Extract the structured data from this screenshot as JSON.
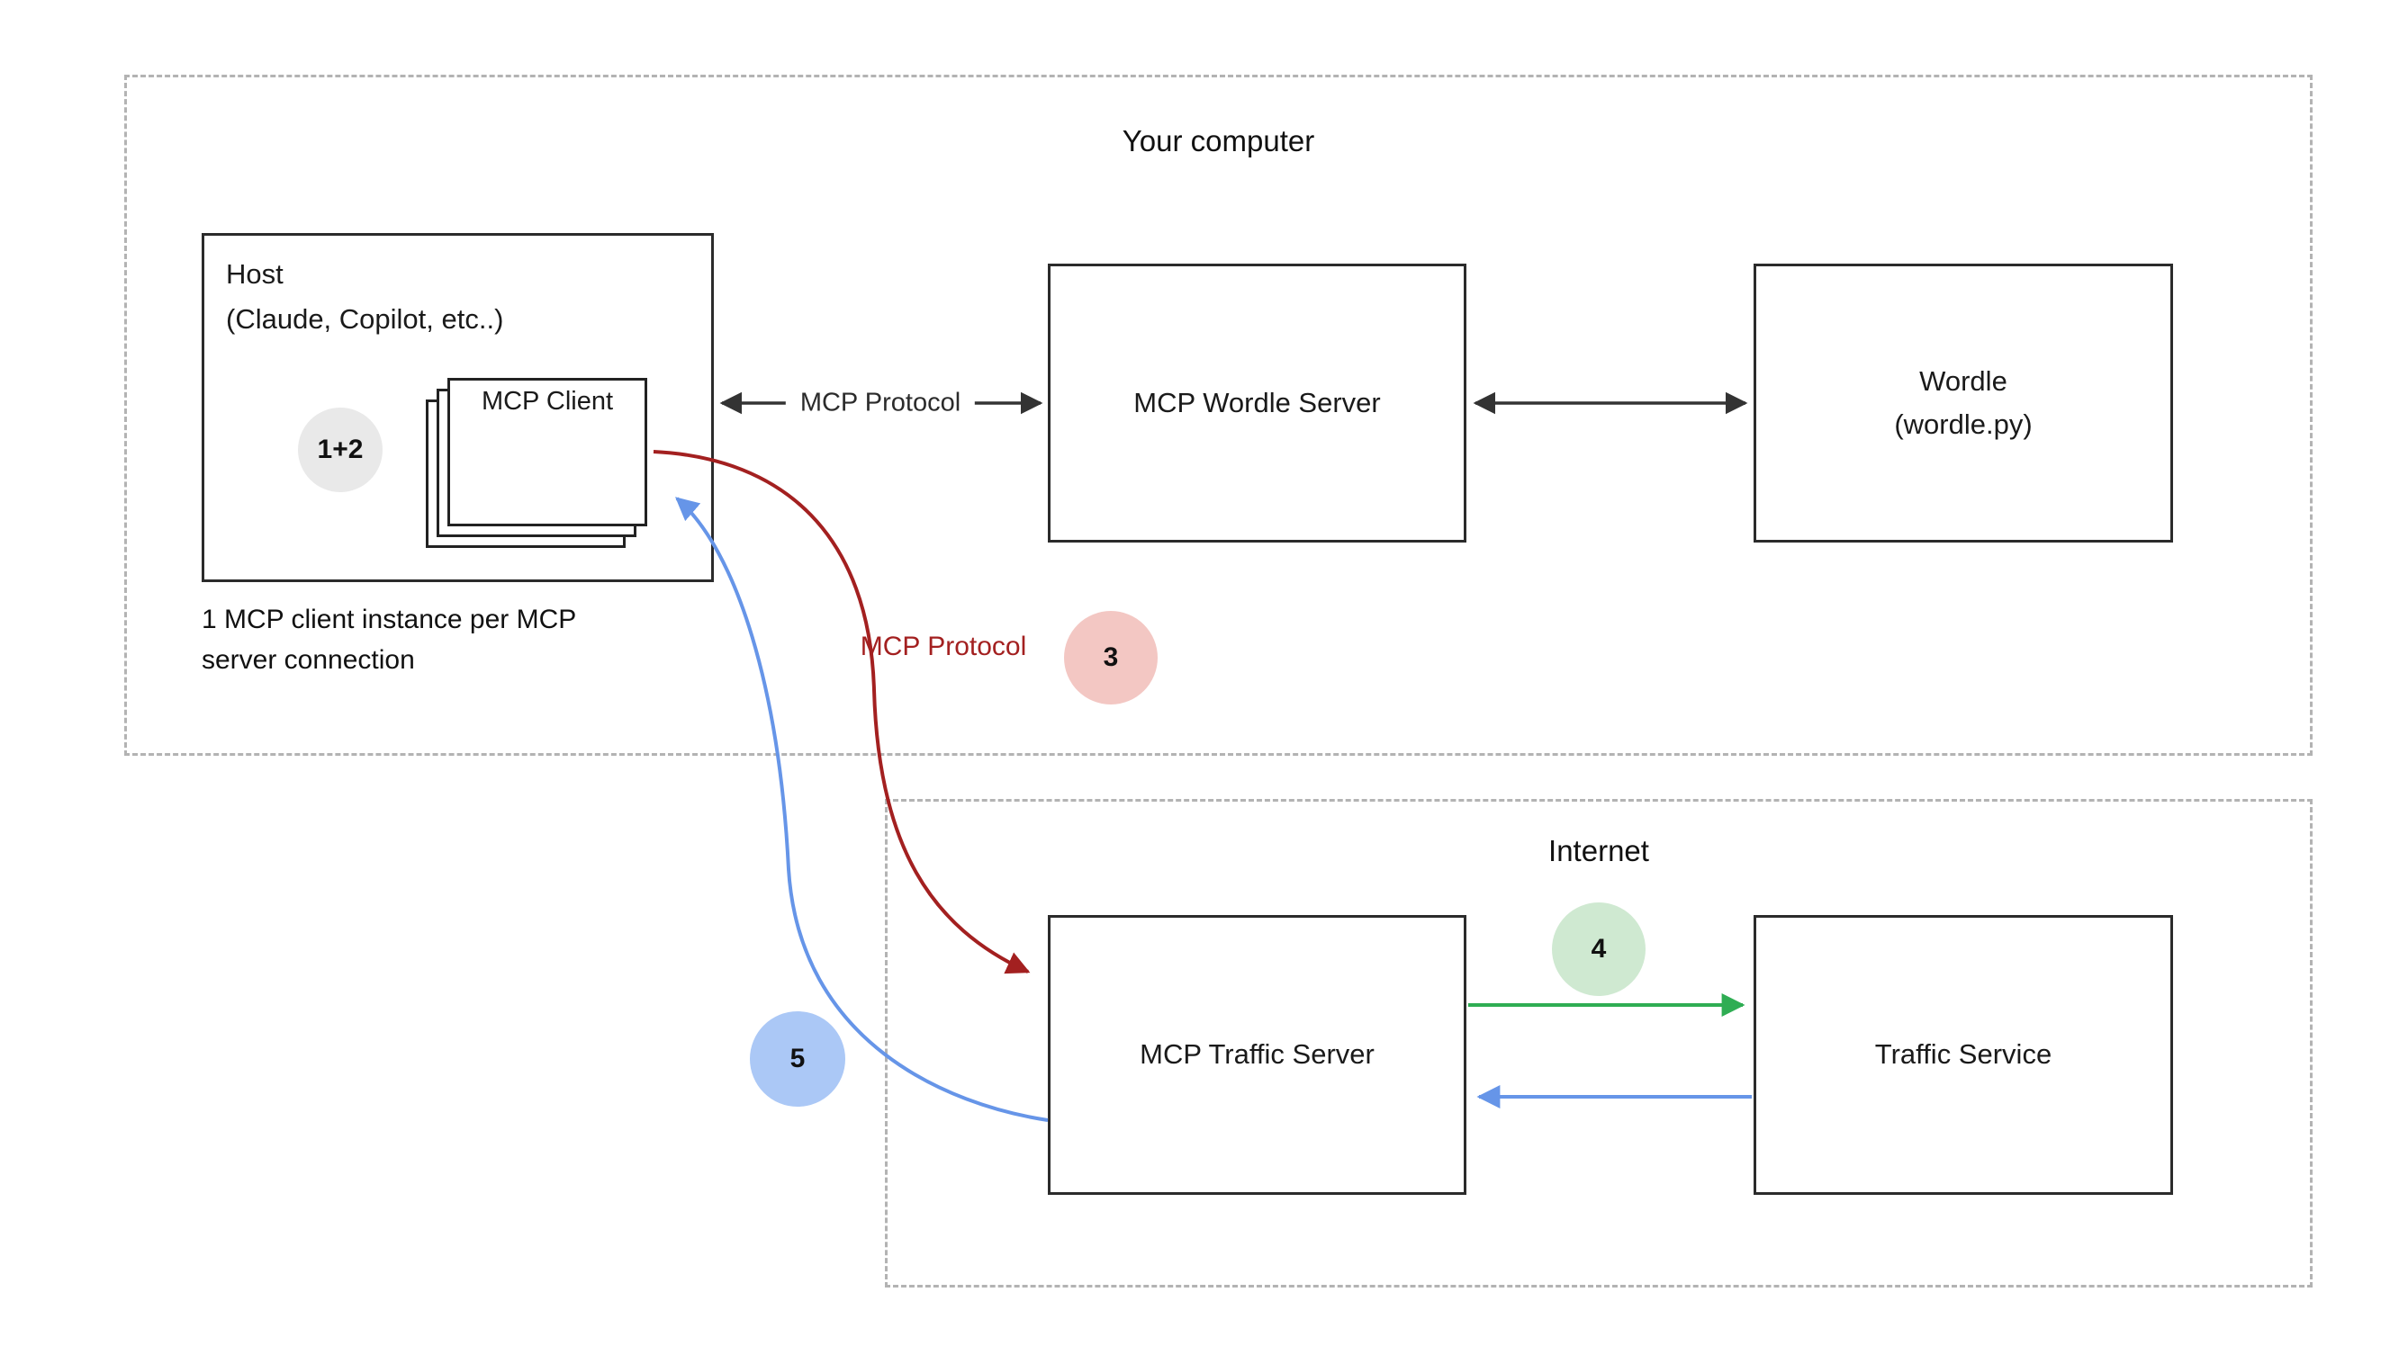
{
  "regions": {
    "your_computer": {
      "label": "Your computer"
    },
    "internet": {
      "label": "Internet"
    }
  },
  "nodes": {
    "host": {
      "title": "Host",
      "subtitle": "(Claude, Copilot, etc..)",
      "note": "1 MCP client instance per MCP server connection"
    },
    "mcp_client": {
      "label": "MCP Client"
    },
    "mcp_wordle_server": {
      "label": "MCP Wordle Server"
    },
    "wordle": {
      "line1": "Wordle",
      "line2": "(wordle.py)"
    },
    "mcp_traffic_server": {
      "label": "MCP Traffic Server"
    },
    "traffic_service": {
      "label": "Traffic Service"
    }
  },
  "edges": {
    "host_wordle_server": {
      "label": "MCP Protocol",
      "type": "double-arrow",
      "color": "#333333"
    },
    "wordle_server_wordle": {
      "type": "double-arrow",
      "color": "#333333"
    },
    "client_to_traffic_server": {
      "label": "MCP Protocol",
      "type": "curved-arrow",
      "color": "#a32020"
    },
    "traffic_server_to_client": {
      "type": "curved-arrow",
      "color": "#6695e8"
    },
    "traffic_server_to_service": {
      "type": "arrow",
      "color": "#2fad53"
    },
    "service_to_traffic_server": {
      "type": "arrow",
      "color": "#6695e8"
    }
  },
  "badges": {
    "steps_1_2": {
      "text": "1+2",
      "bg": "#e9e9e9"
    },
    "step_3": {
      "text": "3",
      "bg": "#f3c7c3"
    },
    "step_4": {
      "text": "4",
      "bg": "#cfe9d1"
    },
    "step_5": {
      "text": "5",
      "bg": "#abc8f6"
    }
  },
  "colors": {
    "box_border": "#2b2b2b",
    "dashed_border": "#b3b3b3",
    "red_arrow": "#a32020",
    "blue_arrow": "#6695e8",
    "green_arrow": "#2fad53",
    "dark_arrow": "#333333"
  }
}
